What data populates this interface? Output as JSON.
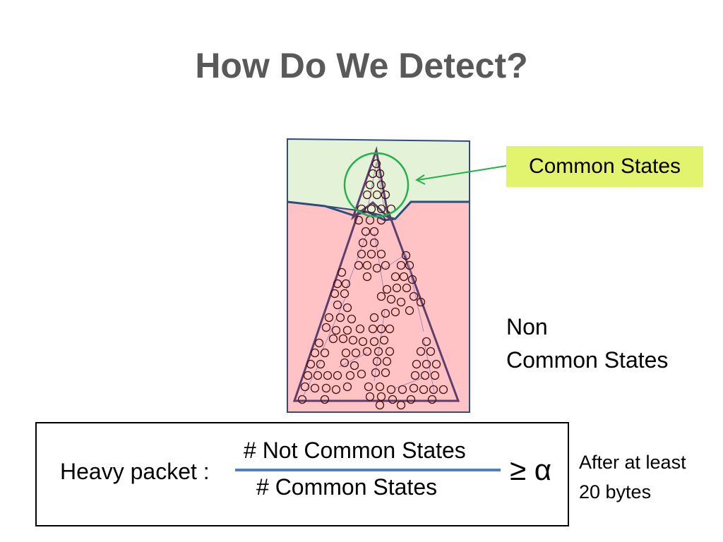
{
  "title": "How Do We Detect?",
  "labels": {
    "common_states": "Common States",
    "non_line1": "Non",
    "non_line2": "Common States"
  },
  "formula": {
    "lhs": "Heavy packet :",
    "numerator": "# Not Common States",
    "denominator": "# Common States",
    "relation": "≥ α",
    "note_line1": "After at least",
    "note_line2": "20 bytes"
  },
  "colors": {
    "title": "#595959",
    "common_region": "#e4f3d8",
    "non_common_region": "#ffc3c5",
    "region_border": "#2e4d7b",
    "triangle": "#5c3f6d",
    "state_node": "#4a1010",
    "highlight_circle": "#22b14c",
    "arrow": "#22b14c",
    "callout_fill": "#e2f46d",
    "fraction_line": "#4f81bd"
  },
  "icons": {
    "state": "state-circle",
    "arrow": "arrow-left"
  }
}
